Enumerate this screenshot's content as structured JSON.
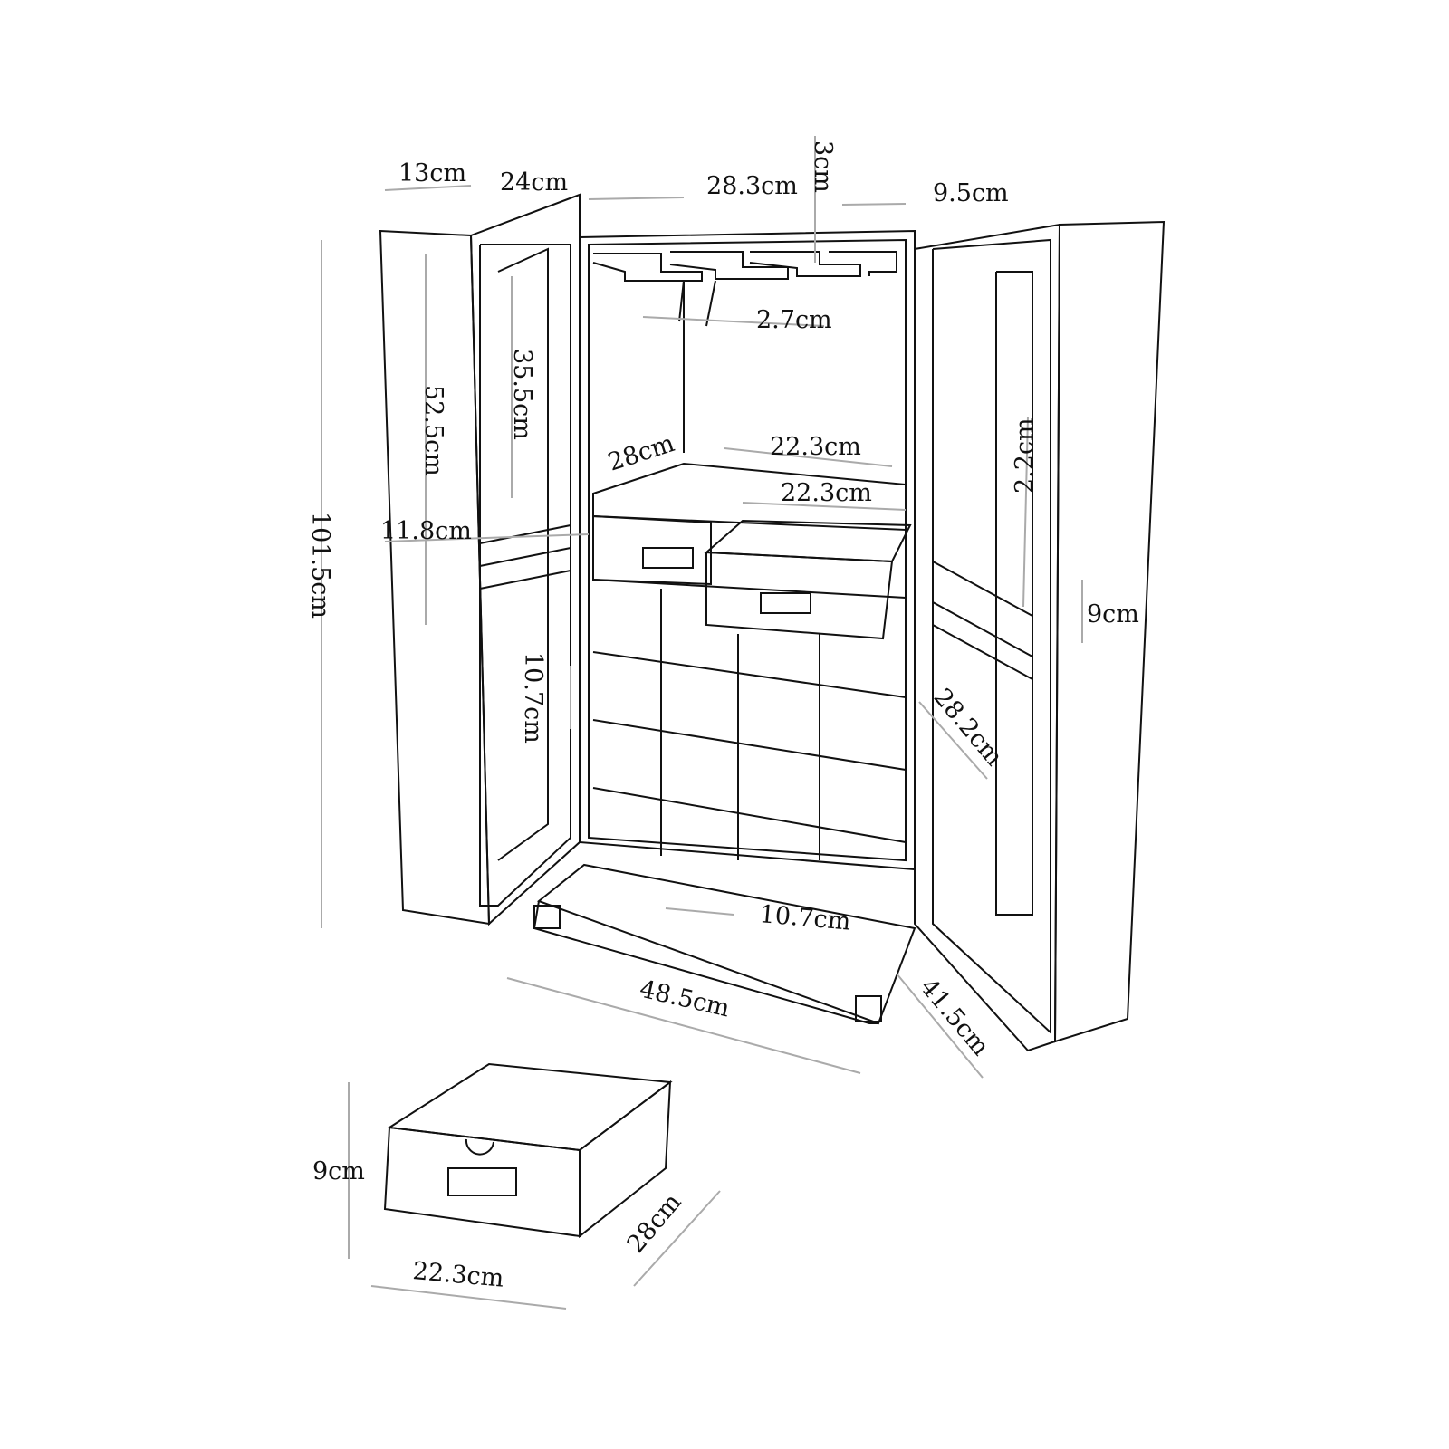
{
  "title": "Wine cabinet dimension drawing",
  "colors": {
    "line": "#111111",
    "dimension": "#aaaaaa",
    "background": "#ffffff"
  },
  "dimensions": {
    "left_door_depth": "13cm",
    "left_door_width": "24cm",
    "inner_width": "28.3cm",
    "rack_thickness": "3cm",
    "rack_gap": "9.5cm",
    "glass_slot": "2.7cm",
    "upper_height": "35.5cm",
    "door_shelf_height": "52.5cm",
    "total_height": "101.5cm",
    "door_shelf_depth": "11.8cm",
    "shelf_depth": "28cm",
    "drawer_width_top": "22.3cm",
    "drawer_width_inner": "22.3cm",
    "right_shelf_gap": "2.2cm",
    "drawer_height": "9cm",
    "cell_height": "10.7cm",
    "rack_depth": "28.2cm",
    "cell_width": "10.7cm",
    "base_width": "48.5cm",
    "base_depth": "41.5cm",
    "box_height": "9cm",
    "box_depth": "28cm",
    "box_width": "22.3cm"
  }
}
